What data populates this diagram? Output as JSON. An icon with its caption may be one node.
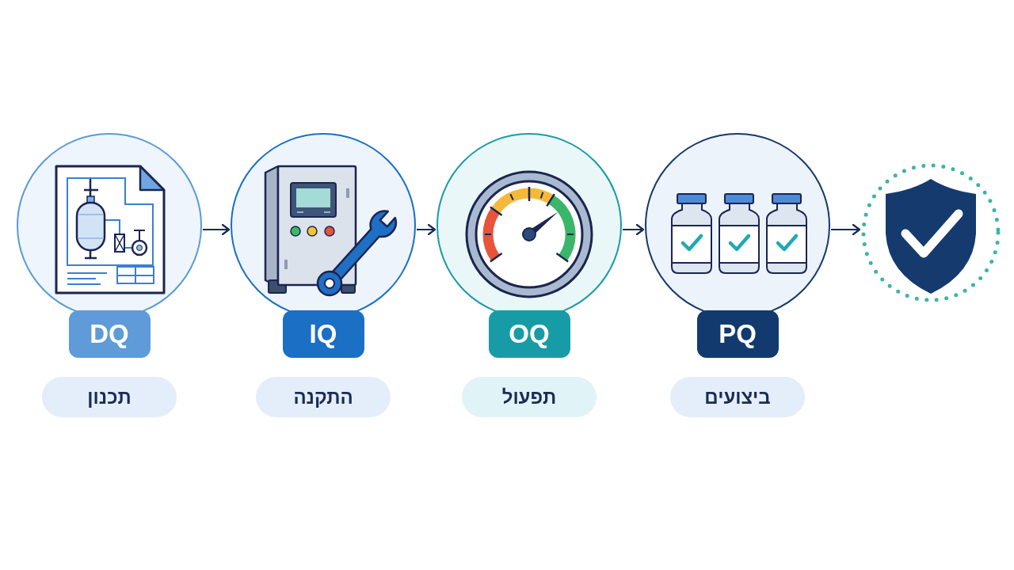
{
  "diagram": {
    "nodes": [
      {
        "text": [
          "DQ",
          "תכנון"
        ]
      },
      {
        "text": [
          "IQ",
          "התקנה"
        ]
      },
      {
        "text": [
          "OQ",
          "תפעול"
        ]
      },
      {
        "text": [
          "PQ",
          "ביצועים"
        ]
      },
      {
        "text": [],
        "shape": "circle"
      }
    ],
    "edges": [
      {
        "from": 0,
        "to": 1,
        "arrow": "to"
      },
      {
        "from": 1,
        "to": 2,
        "arrow": "to"
      },
      {
        "from": 2,
        "to": 3,
        "arrow": "to"
      },
      {
        "from": 3,
        "to": 4,
        "arrow": "to"
      }
    ]
  }
}
